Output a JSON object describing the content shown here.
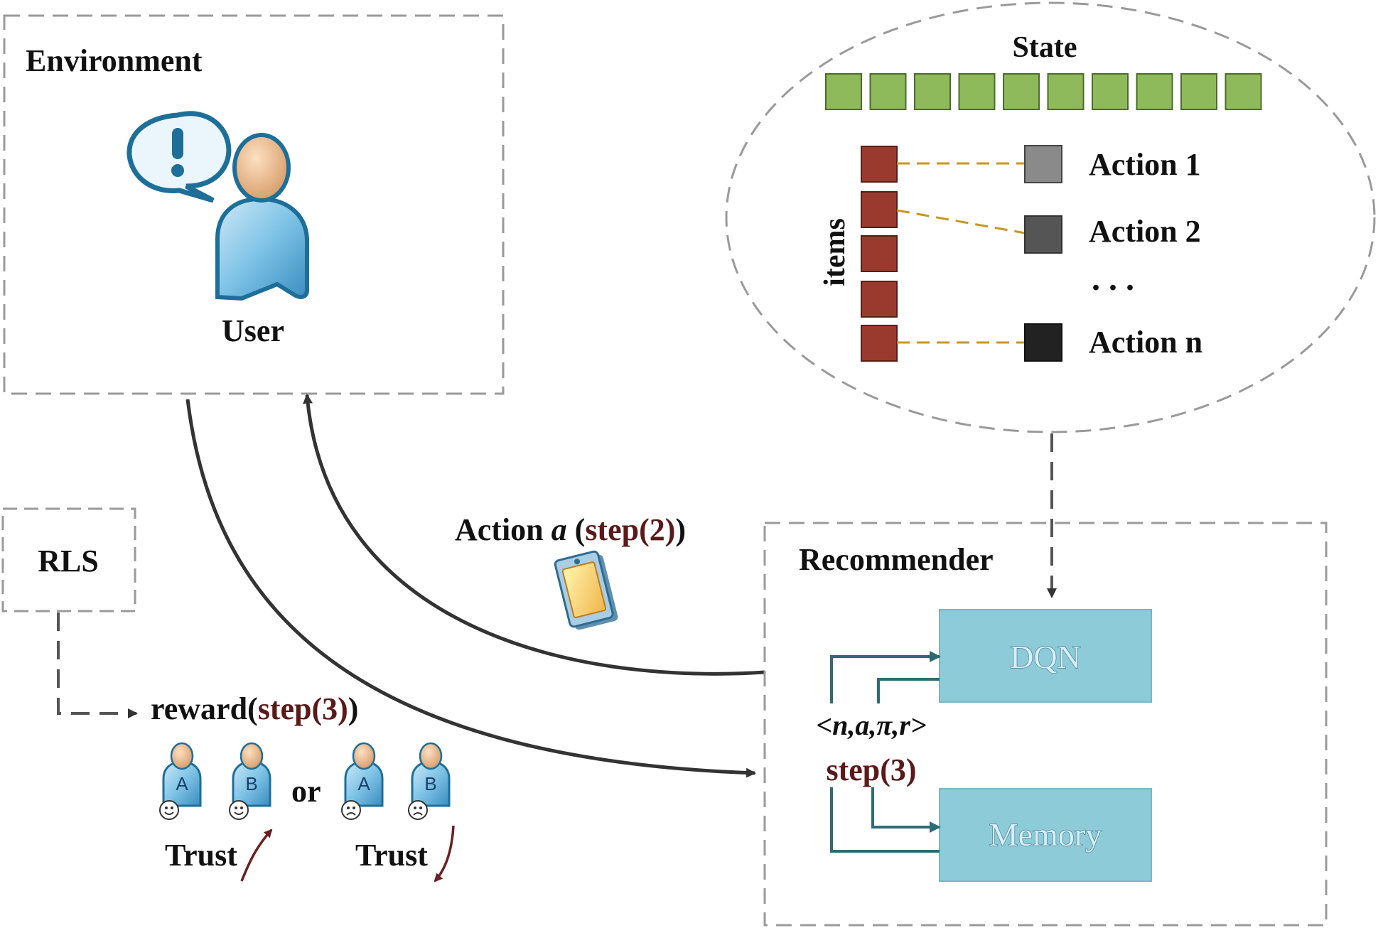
{
  "environment": {
    "title": "Environment",
    "user_label": "User"
  },
  "state_panel": {
    "state_label": "State",
    "items_label": "items",
    "actions": [
      "Action 1",
      "Action 2",
      "Action n"
    ],
    "ellipsis": ". . ."
  },
  "rls": {
    "label": "RLS"
  },
  "reward": {
    "prefix": "reward(",
    "step": "step(3)",
    "suffix": ")"
  },
  "action_flow": {
    "prefix": "Action ",
    "var": "a",
    "open": " (",
    "step": "step(2)",
    "close": ")"
  },
  "recommender": {
    "title": "Recommender",
    "dqn": "DQN",
    "memory": "Memory",
    "tuple": "<n,a,π,r>",
    "step": "step(3)"
  },
  "trust": {
    "label_1": "Trust",
    "label_2": "Trust",
    "or_label": "or",
    "person_a": "A",
    "person_b": "B"
  },
  "colors": {
    "state_cell": "#8fba5c",
    "item_cell": "#9a3a2e",
    "box_fill": "#8dcbd8",
    "arrow_teal": "#2e6b74",
    "connector_gold": "#c9961e",
    "action1": "#8a8a8a",
    "action2": "#555555",
    "actionn": "#222222"
  }
}
